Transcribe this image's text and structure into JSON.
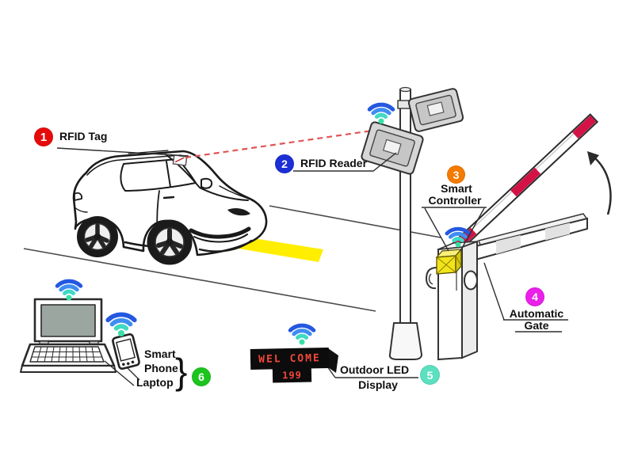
{
  "legend": [
    {
      "num": "1",
      "label": "RFID Tag",
      "badge_color": "#e60b0b"
    },
    {
      "num": "2",
      "label": "RFID Reader",
      "badge_color": "#1c2fd6"
    },
    {
      "num": "3",
      "lines": [
        "Smart",
        "Controller"
      ],
      "badge_color": "#f57a00"
    },
    {
      "num": "4",
      "lines": [
        "Automatic",
        "Gate"
      ],
      "badge_color": "#ea1fea"
    },
    {
      "num": "5",
      "lines": [
        "Outdoor LED",
        "Display"
      ],
      "badge_color": "#5ce0c0"
    },
    {
      "num": "6",
      "lines": [
        "Smart",
        "Phone",
        "Laptop"
      ],
      "brace": "}",
      "badge_color": "#1ec41e"
    }
  ],
  "led_display": {
    "line1": "WEL COME",
    "line2": "199",
    "text_color": "#f5473c",
    "panel_color": "#0c0c0c"
  },
  "colors": {
    "wifi_arc_outer": "#2458e0",
    "wifi_arc_mid": "#3f8df2",
    "wifi_arc_inner": "#3fd9c4",
    "wifi_dot": "#38e0a8",
    "gate_arm_stripe": "#d31245",
    "speed_bump": "#ffee00",
    "rfid_signal_line": "#e05555",
    "controller_box": "#f2e41a",
    "reader_panel": "#d6d6d6",
    "laptop_screen": "#9ba6a1",
    "line_art": "#1a1a1a"
  }
}
